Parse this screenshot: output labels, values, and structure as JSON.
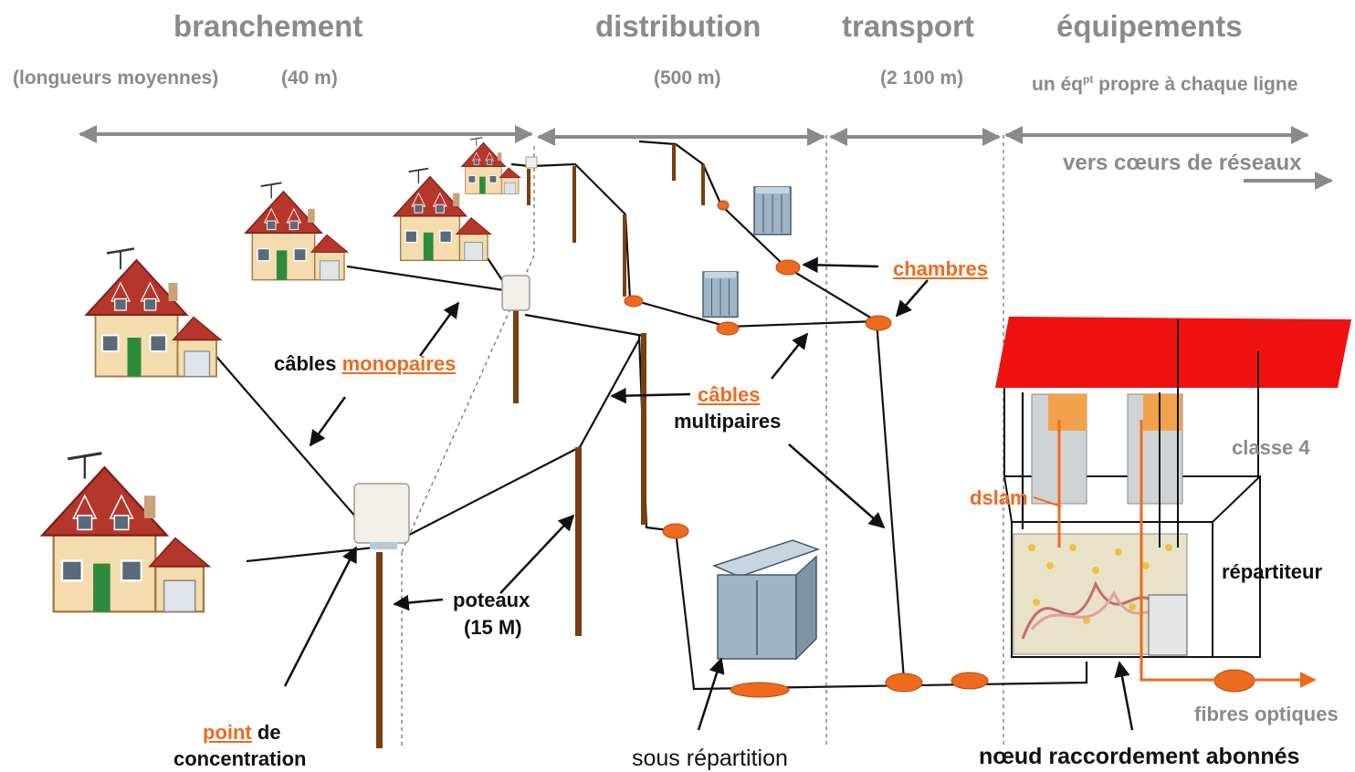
{
  "headers": {
    "branchement": "branchement",
    "distribution": "distribution",
    "transport": "transport",
    "equipements": "équipements"
  },
  "subheaders": {
    "longueurs": "(longueurs moyennes)",
    "b_len": "(40 m)",
    "d_len": "(500 m)",
    "t_len": "(2 100 m)",
    "eq_pre": "un éq",
    "eq_sup": "pt",
    "eq_post": " propre à chaque ligne"
  },
  "labels": {
    "vers_coeurs": "vers cœurs de réseaux",
    "chambres": "chambres",
    "cables_pre": "câbles ",
    "monopaires": "monopaires",
    "cables_multi": "câbles",
    "multipaires": "multipaires",
    "classe4": "classe 4",
    "dslam": "dslam",
    "repartiteur": "répartiteur",
    "poteaux_1": "poteaux",
    "poteaux_2": "(15 M)",
    "fibres": "fibres optiques",
    "point": "point",
    "de": " de",
    "concentration": "concentration",
    "sous_repartition": "sous répartition",
    "noeud": "nœud raccordement abonnés"
  },
  "colors": {
    "accent_orange": "#ee6a1f",
    "roof_red": "#ee1111",
    "pole_brown": "#7a3e10",
    "arrow_grey": "#8a8a8a",
    "house_roof": "#b5362a",
    "house_wall": "#f4dcae"
  },
  "icons": [
    "house-icon",
    "pole-icon",
    "cabinet-icon",
    "junction-box-icon",
    "chamber-icon",
    "central-office-icon"
  ]
}
